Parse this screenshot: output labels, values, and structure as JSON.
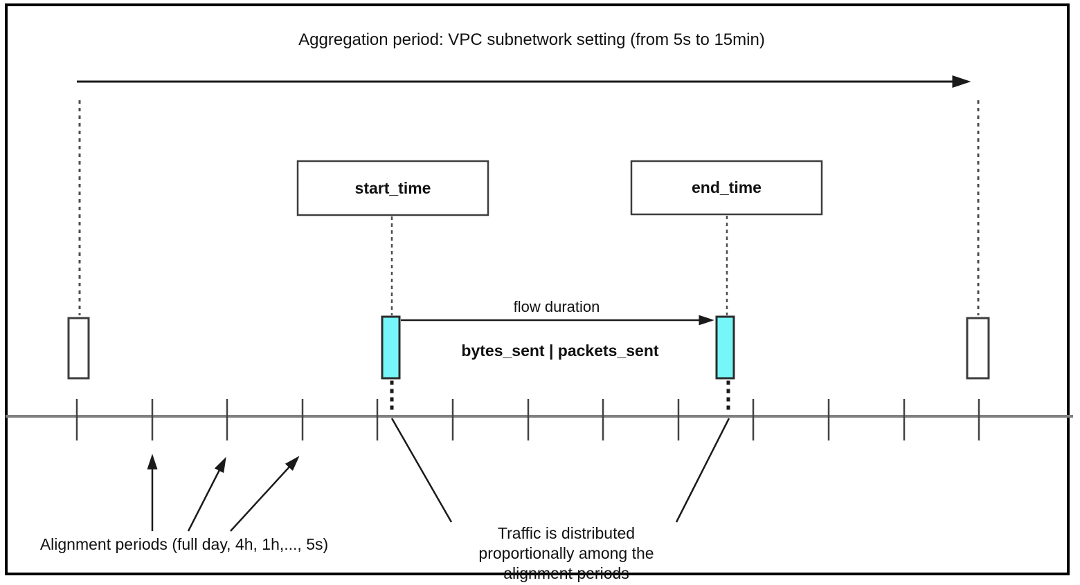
{
  "title": "Aggregation period: VPC subnetwork setting (from 5s to 15min)",
  "flow": {
    "start_label": "start_time",
    "end_label": "end_time",
    "duration_label": "flow duration",
    "metrics_label": "bytes_sent | packets_sent"
  },
  "timeline": {
    "tick_xs": [
      111,
      220,
      328,
      437,
      545,
      654,
      763,
      871,
      980,
      1088,
      1197,
      1306,
      1414
    ],
    "tick_top": 577,
    "tick_bottom": 637
  },
  "annotations": {
    "alignment_label": "Alignment periods (full day, 4h, 1h,..., 5s)",
    "traffic_note": "Traffic is distributed\nproportionally among the\nalignment periods"
  },
  "colors": {
    "bar_fill": "#76f6f8",
    "bar_stroke": "#2b2b2b",
    "timeline": "#808080",
    "tick": "#424242",
    "shape_stroke": "#3d3d3d",
    "dashed": "#4d4d4d",
    "line": "#1a1a1a"
  }
}
